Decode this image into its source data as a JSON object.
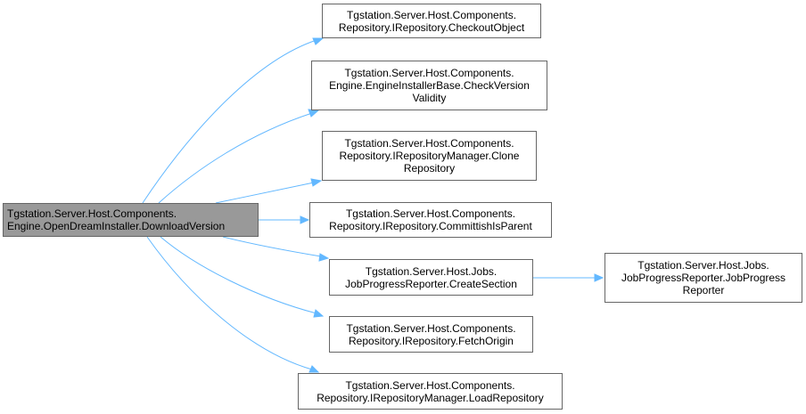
{
  "colors": {
    "edge": "#63b8ff",
    "root_fill": "#999999",
    "node_border": "#666666"
  },
  "root": {
    "lines": [
      "Tgstation.Server.Host.Components.",
      "Engine.OpenDreamInstaller.DownloadVersion"
    ]
  },
  "callees": [
    {
      "lines": [
        "Tgstation.Server.Host.Components.",
        "Repository.IRepository.CheckoutObject"
      ]
    },
    {
      "lines": [
        "Tgstation.Server.Host.Components.",
        "Engine.EngineInstallerBase.CheckVersion",
        "Validity"
      ]
    },
    {
      "lines": [
        "Tgstation.Server.Host.Components.",
        "Repository.IRepositoryManager.Clone",
        "Repository"
      ]
    },
    {
      "lines": [
        "Tgstation.Server.Host.Components.",
        "Repository.IRepository.CommittishIsParent"
      ]
    },
    {
      "lines": [
        "Tgstation.Server.Host.Jobs.",
        "JobProgressReporter.CreateSection"
      ]
    },
    {
      "lines": [
        "Tgstation.Server.Host.Components.",
        "Repository.IRepository.FetchOrigin"
      ]
    },
    {
      "lines": [
        "Tgstation.Server.Host.Components.",
        "Repository.IRepositoryManager.LoadRepository"
      ]
    }
  ],
  "secondary": {
    "lines": [
      "Tgstation.Server.Host.Jobs.",
      "JobProgressReporter.JobProgress",
      "Reporter"
    ]
  }
}
